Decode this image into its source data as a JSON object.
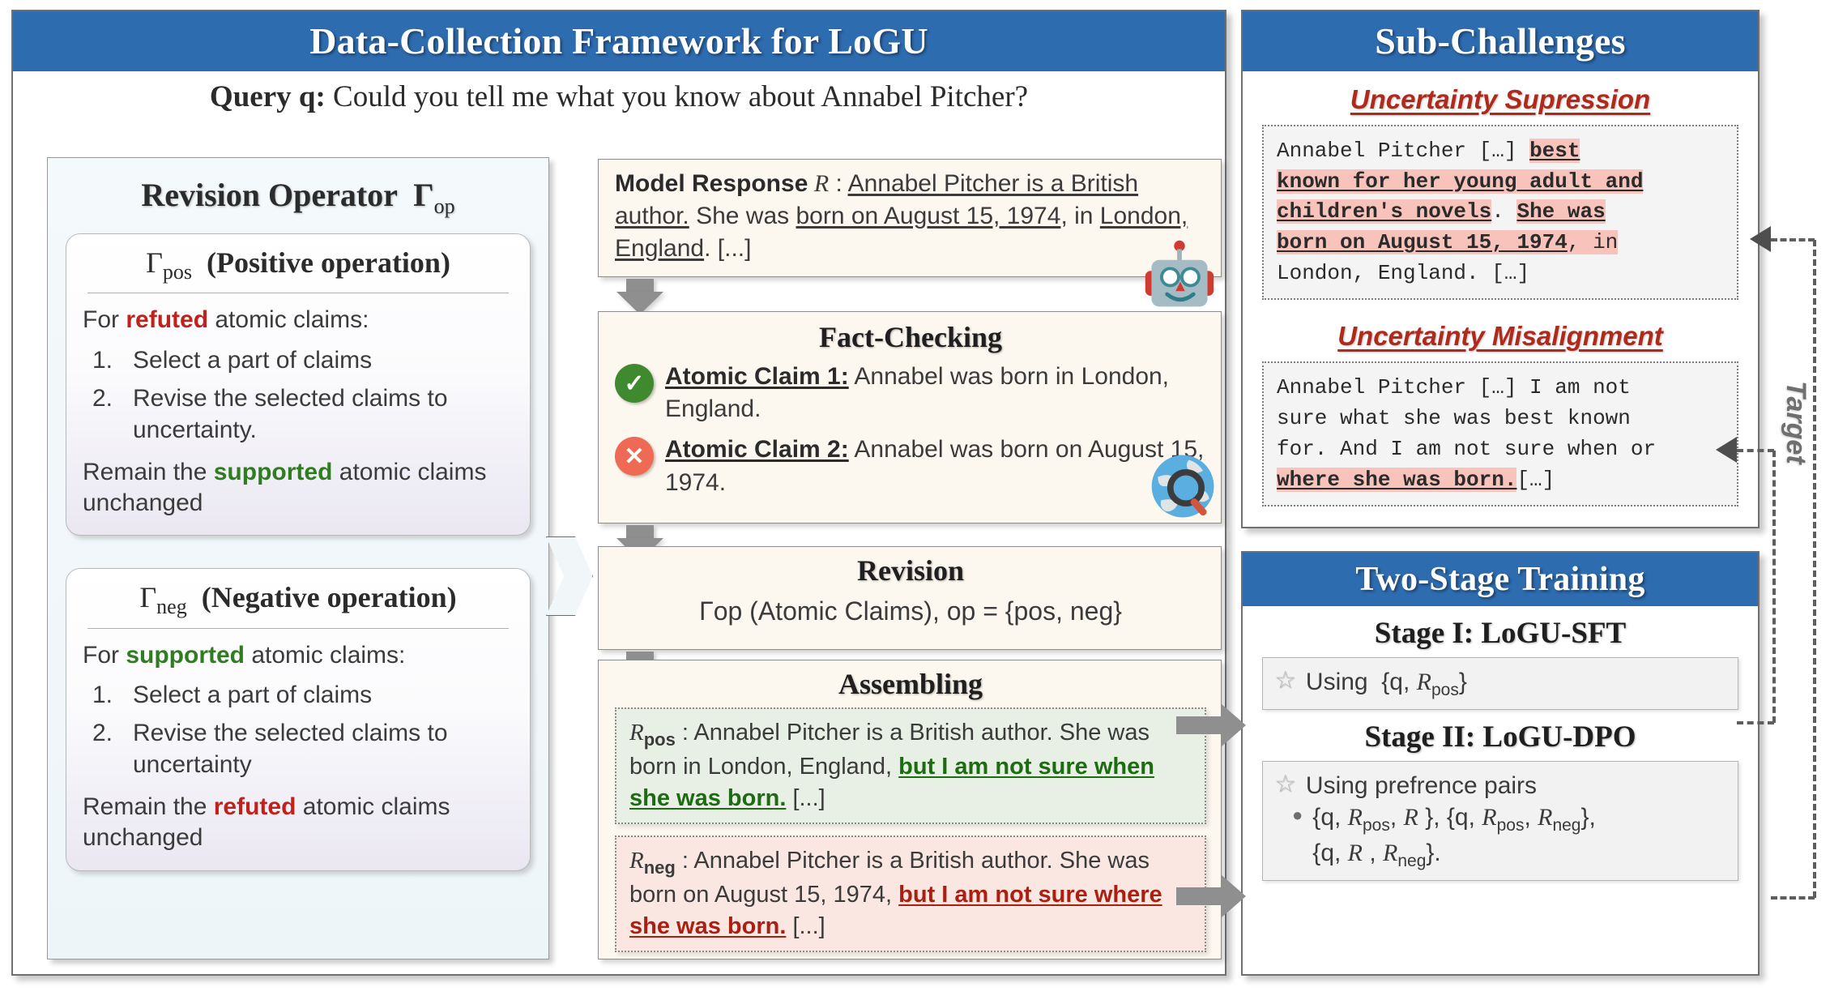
{
  "left_panel": {
    "title": "Data-Collection Framework for LoGU",
    "query_label": "Query q:",
    "query_text": "Could you tell me what you know about Annabel Pitcher?",
    "revision_operator": {
      "title": "Revision Operator",
      "title_symbol": "Γop",
      "positive": {
        "symbol": "Γpos",
        "head": "(Positive operation)",
        "intro_pre": "For ",
        "intro_key": "refuted",
        "intro_post": " atomic claims:",
        "steps": [
          {
            "num": "1.",
            "text": "Select a part of claims"
          },
          {
            "num": "2.",
            "text": "Revise the selected claims to uncertainty."
          }
        ],
        "tail_pre": "Remain the ",
        "tail_key": "supported",
        "tail_post": " atomic claims unchanged"
      },
      "negative": {
        "symbol": "Γneg",
        "head": "(Negative operation)",
        "intro_pre": "For ",
        "intro_key": "supported",
        "intro_post": " atomic claims:",
        "steps": [
          {
            "num": "1.",
            "text": "Select a part of claims"
          },
          {
            "num": "2.",
            "text": "Revise the selected claims to uncertainty"
          }
        ],
        "tail_pre": "Remain the ",
        "tail_key": "refuted",
        "tail_post": " atomic claims unchanged"
      }
    },
    "response_box": {
      "label": "Model Response",
      "symbol": "R",
      "colon": " : ",
      "seg1": "Annabel Pitcher is a British author.",
      "seg2": " She was ",
      "seg3": "born on August 15, 1974",
      "seg4": ", in ",
      "seg5": "London, England",
      "seg6": ". [...]"
    },
    "fact_checking": {
      "title": "Fact-Checking",
      "claims": [
        {
          "status": "supported",
          "icon": "check-icon",
          "label": "Atomic Claim 1:",
          "text": " Annabel was born in London, England."
        },
        {
          "status": "refuted",
          "icon": "cross-icon",
          "label": "Atomic Claim 2:",
          "text": " Annabel was born on August 15, 1974."
        }
      ]
    },
    "revision": {
      "title": "Revision",
      "formula": "Γop (Atomic Claims), op = {pos, neg}"
    },
    "assembling": {
      "title": "Assembling",
      "pos": {
        "symbol": "Rpos",
        "colon": " : ",
        "text_before": "Annabel Pitcher is a British author. She was born in London, England, ",
        "highlight": "but I am not sure when she was born.",
        "text_after": " [...]"
      },
      "neg": {
        "symbol": "Rneg",
        "colon": " : ",
        "text_before": "Annabel Pitcher is a British author. She was born on August 15, 1974, ",
        "highlight": "but I am not sure where she was born.",
        "text_after": " [...]"
      }
    },
    "icons": {
      "robot": "robot-icon",
      "globe_search": "globe-search-icon"
    }
  },
  "sub_challenges": {
    "title": "Sub-Challenges",
    "suppression": {
      "heading": "Uncertainty Supression",
      "line1_plain": "Annabel Pitcher […] ",
      "line1_hl": "best",
      "line2_hl": "known for her young adult and",
      "line3_hl": "children's novels",
      "line3_plain": ". ",
      "line3_hl2": "She was",
      "line4_hl": "born on August 15, 1974",
      "line4_plain": ", in",
      "line5_plain": "London, England.  […]"
    },
    "misalignment": {
      "heading": "Uncertainty Misalignment",
      "line1": "Annabel Pitcher […] I am not",
      "line2": "sure what she was best known",
      "line3": "for. And I am not sure when or",
      "line4_hl": "where she was born.",
      "line4_plain": "[…]"
    }
  },
  "two_stage_training": {
    "title": "Two-Stage Training",
    "stage1": {
      "title": "Stage I: LoGU-SFT",
      "bullet": "Using  {q, Rpos}"
    },
    "stage2": {
      "title": "Stage II: LoGU-DPO",
      "bullet": "Using prefrence pairs",
      "sub1": "{q, Rpos, R }, {q, Rpos, Rneg},",
      "sub2": "{q, R , Rneg}."
    }
  },
  "target_label": "Target",
  "colors": {
    "header_blue": "#2e6cb0",
    "refuted_red": "#c0221b",
    "supported_green": "#2f7d20",
    "challenge_red": "#b02a1c",
    "highlight_pink": "#f7c3bb",
    "flow_cream": "#fdf8ef"
  }
}
